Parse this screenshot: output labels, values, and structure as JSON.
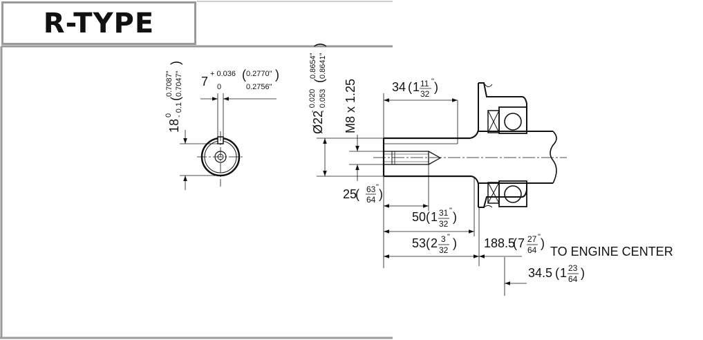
{
  "title": "R-TYPE",
  "dimensions": {
    "key_width": {
      "main": "7",
      "tol_upper": "+ 0.036",
      "tol_lower": "0",
      "inch_upper": "0.2770\"",
      "inch_lower": "0.2756\""
    },
    "key_depth": {
      "main": "18",
      "tol_upper": "0",
      "tol_lower": "- 0.1",
      "inch_upper": "0.7087\"",
      "inch_lower": "0.7047\""
    },
    "shaft_dia": {
      "main": "Ø22",
      "tol_upper": "- 0.020",
      "tol_lower": "- 0.053",
      "inch_upper": "0.8654\"",
      "inch_lower": "0.8641\""
    },
    "thread": "M8 x 1.25",
    "len_34": {
      "main": "34",
      "whole": "1",
      "num": "11",
      "den": "32"
    },
    "len_25": {
      "main": "25",
      "num": "63",
      "den": "64"
    },
    "len_50": {
      "main": "50",
      "whole": "1",
      "num": "31",
      "den": "32"
    },
    "len_53": {
      "main": "53",
      "whole": "2",
      "num": "3",
      "den": "32"
    },
    "len_188": {
      "main": "188.5",
      "whole": "7",
      "num": "27",
      "den": "64",
      "suffix": "TO ENGINE CENTER"
    },
    "len_345": {
      "main": "34.5",
      "whole": "1",
      "num": "23",
      "den": "64"
    }
  }
}
